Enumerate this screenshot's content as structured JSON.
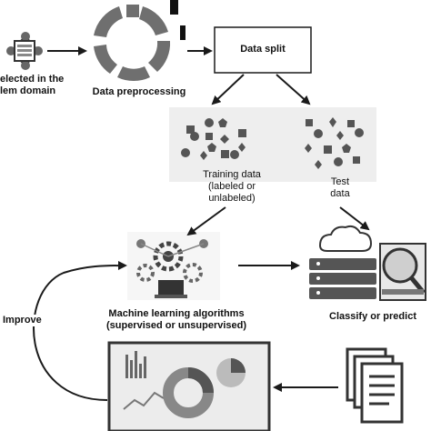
{
  "nodes": {
    "problem_domain": {
      "line1": "elected in the",
      "line2": "lem domain"
    },
    "preprocessing": {
      "label": "Data preprocessing"
    },
    "data_split": {
      "label": "Data split"
    },
    "training": {
      "line1": "Training data",
      "line2": "(labeled or",
      "line3": "unlabeled)"
    },
    "test": {
      "line1": "Test",
      "line2": "data"
    },
    "ml": {
      "line1": "Machine learning algorithms",
      "line2": "(supervised or unsupervised)"
    },
    "classify": {
      "label": "Classify or predict"
    },
    "improve": {
      "label": "Improve"
    }
  },
  "icons": [
    "network-icon",
    "cycle-icon",
    "algorithm-gears-icon",
    "cloud-server-icon",
    "magnifier-icon",
    "dashboard-icon",
    "documents-icon"
  ],
  "colors": {
    "arrow": "#1a1a1a",
    "shape_fill": "#555555",
    "panel_bg": "#eeeeee",
    "dashboard_bg": "#ececec"
  }
}
